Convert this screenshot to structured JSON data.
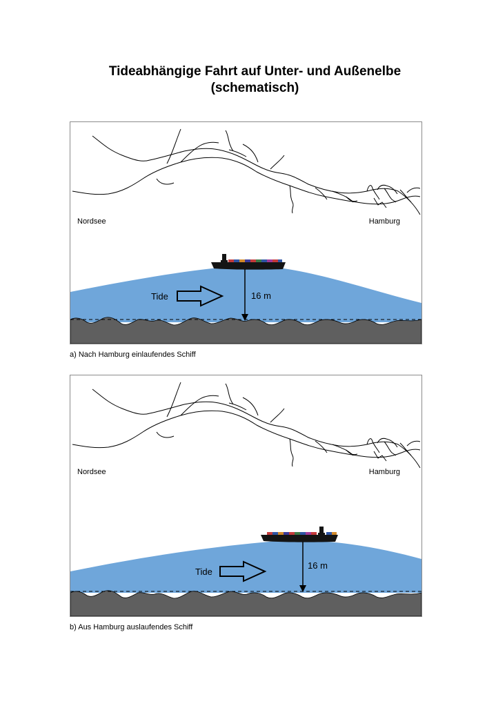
{
  "title_line1": "Tideabhängige Fahrt auf Unter- und Außenelbe",
  "title_line2": "(schematisch)",
  "colors": {
    "water": "#6fa6da",
    "seabed": "#5f5f5f",
    "ship_hull": "#141414"
  },
  "panels": [
    {
      "label_left": "Nordsee",
      "label_right": "Hamburg",
      "tide_label": "Tide",
      "depth_label": "16 m",
      "caption": "a) Nach Hamburg einlaufendes Schiff"
    },
    {
      "label_left": "Nordsee",
      "label_right": "Hamburg",
      "tide_label": "Tide",
      "depth_label": "16 m",
      "caption": "b) Aus Hamburg auslaufendes Schiff"
    }
  ]
}
